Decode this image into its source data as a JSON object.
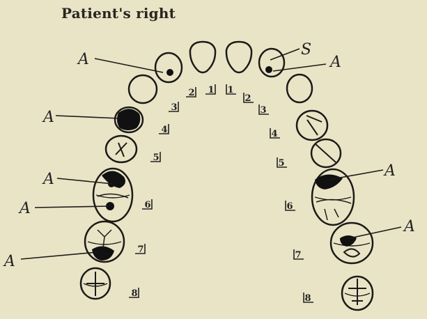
{
  "title": "Patient's right",
  "colors": {
    "background": "#e9e4c6",
    "ink": "#1c1a17",
    "filling": "#111111"
  },
  "teeth": [
    {
      "id": "R1",
      "label": "1",
      "type": "incisor"
    },
    {
      "id": "R2",
      "label": "2",
      "type": "incisor"
    },
    {
      "id": "R3",
      "label": "3",
      "type": "canine"
    },
    {
      "id": "R4",
      "label": "4",
      "type": "premolar"
    },
    {
      "id": "R5",
      "label": "5",
      "type": "premolar"
    },
    {
      "id": "R6",
      "label": "6",
      "type": "molar"
    },
    {
      "id": "R7",
      "label": "7",
      "type": "molar"
    },
    {
      "id": "R8",
      "label": "8",
      "type": "molar"
    },
    {
      "id": "L1",
      "label": "1",
      "type": "incisor"
    },
    {
      "id": "L2",
      "label": "2",
      "type": "incisor"
    },
    {
      "id": "L3",
      "label": "3",
      "type": "canine"
    },
    {
      "id": "L4",
      "label": "4",
      "type": "premolar"
    },
    {
      "id": "L5",
      "label": "5",
      "type": "premolar"
    },
    {
      "id": "L6",
      "label": "6",
      "type": "molar"
    },
    {
      "id": "L7",
      "label": "7",
      "type": "molar"
    },
    {
      "id": "L8",
      "label": "8",
      "type": "molar"
    }
  ],
  "annotations": [
    {
      "text": "A",
      "tooth": "R2"
    },
    {
      "text": "A",
      "tooth": "R4"
    },
    {
      "text": "A",
      "tooth": "R6"
    },
    {
      "text": "A",
      "tooth": "R6"
    },
    {
      "text": "A",
      "tooth": "R7"
    },
    {
      "text": "S",
      "tooth": "L2"
    },
    {
      "text": "A",
      "tooth": "L2"
    },
    {
      "text": "A",
      "tooth": "L6"
    },
    {
      "text": "A",
      "tooth": "L7"
    }
  ]
}
